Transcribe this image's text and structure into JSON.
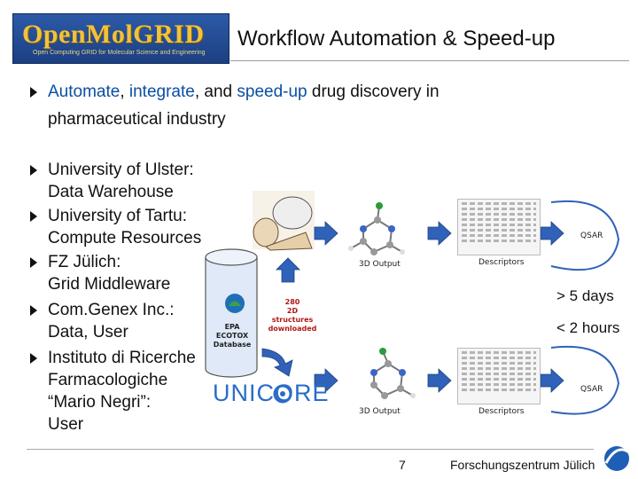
{
  "logo": {
    "name": "OpenMolGRID",
    "tagline": "Open Computing GRID for Molecular Science and Engineering"
  },
  "title": "Workflow Automation & Speed-up",
  "intro": {
    "parts": [
      {
        "text": "Automate",
        "highlight": true
      },
      {
        "text": ", ",
        "highlight": false
      },
      {
        "text": "integrate",
        "highlight": true
      },
      {
        "text": ", and ",
        "highlight": false
      },
      {
        "text": "speed-up",
        "highlight": true
      },
      {
        "text": " drug discovery in",
        "highlight": false
      }
    ],
    "line2": "pharmaceutical industry"
  },
  "partners": [
    {
      "line1": "University of Ulster:",
      "line2": "Data Warehouse"
    },
    {
      "line1": "University of Tartu:",
      "line2": "Compute Resources"
    },
    {
      "line1": "FZ Jülich:",
      "line2": "Grid Middleware"
    },
    {
      "line1": "Com.Genex Inc.:",
      "line2": "Data, User"
    },
    {
      "line1": "Instituto di Ricerche",
      "line2": "Farmacologiche",
      "line3": "“Mario Negri”:",
      "line4": "User"
    }
  ],
  "diagram": {
    "database_label": [
      "EPA",
      "ECOTOX",
      "Database"
    ],
    "downloaded_label": [
      "280",
      "2D",
      "structures",
      "downloaded"
    ],
    "output_3d": "3D Output",
    "descriptors": "Descriptors",
    "qsar": "QSAR",
    "unicore": "UNICORE",
    "manual_time": "> 5 days",
    "automated_time": "< 2 hours"
  },
  "footer": {
    "page": "7",
    "organization": "Forschungszentrum Jülich"
  },
  "colors": {
    "highlight_blue": "#0b4ea2",
    "arrow_blue": "#2f62b8",
    "logo_gold": "#f2c23a",
    "unicore_blue": "#2a6cc7"
  }
}
